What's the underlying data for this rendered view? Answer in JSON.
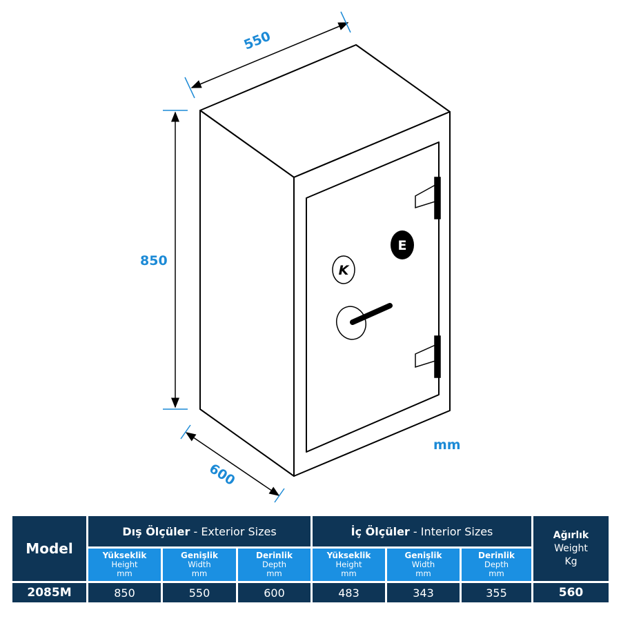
{
  "dimensions": {
    "width": "550",
    "height": "850",
    "depth": "600",
    "unit": "mm"
  },
  "door": {
    "badge_k": "K",
    "badge_e": "E"
  },
  "table": {
    "model_header": "Model",
    "exterior": {
      "title_bold": "Dış Ölçüler",
      "title_rest": " - Exterior Sizes"
    },
    "interior": {
      "title_bold": "İç Ölçüler",
      "title_rest": " - Interior Sizes"
    },
    "weight": {
      "tr": "Ağırlık",
      "en": "Weight",
      "unit": "Kg"
    },
    "subcols": [
      {
        "tr": "Yükseklik",
        "en": "Height",
        "unit": "mm"
      },
      {
        "tr": "Genişlik",
        "en": "Width",
        "unit": "mm"
      },
      {
        "tr": "Derinlik",
        "en": "Depth",
        "unit": "mm"
      },
      {
        "tr": "Yükseklik",
        "en": "Height",
        "unit": "mm"
      },
      {
        "tr": "Genişlik",
        "en": "Width",
        "unit": "mm"
      },
      {
        "tr": "Derinlik",
        "en": "Depth",
        "unit": "mm"
      }
    ],
    "row": {
      "model": "2085M",
      "values": [
        "850",
        "550",
        "600",
        "483",
        "343",
        "355"
      ],
      "weight": "560"
    }
  },
  "colors": {
    "navy": "#0e3556",
    "blue": "#1b90e2",
    "dimension": "#1c8ad6"
  }
}
